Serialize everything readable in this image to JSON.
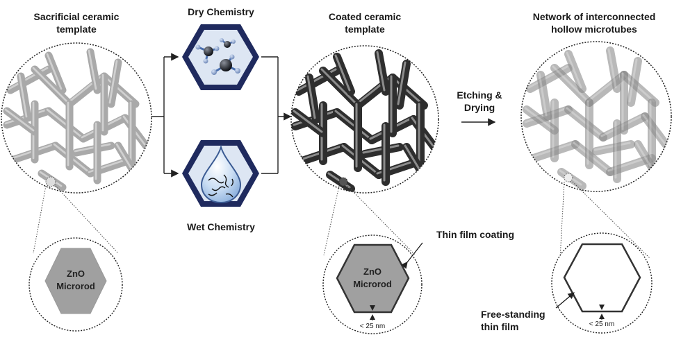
{
  "stages": {
    "sacrificial": {
      "title_line1": "Sacrificial ceramic",
      "title_line2": "template"
    },
    "dry": {
      "title": "Dry Chemistry"
    },
    "wet": {
      "title": "Wet Chemistry"
    },
    "coated": {
      "title_line1": "Coated ceramic",
      "title_line2": "template"
    },
    "network": {
      "title_line1": "Network of interconnected",
      "title_line2": "hollow microtubes"
    }
  },
  "process_arrow": {
    "line1": "Etching &",
    "line2": "Drying"
  },
  "insets": {
    "zno": {
      "line1": "ZnO",
      "line2": "Microrod"
    },
    "coated": {
      "line1": "ZnO",
      "line2": "Microrod",
      "thickness": "< 25 nm",
      "callout": "Thin film coating"
    },
    "hollow": {
      "thickness": "< 25 nm",
      "callout_line1": "Free-standing",
      "callout_line2": "thin film"
    }
  },
  "colors": {
    "raw_rods": "#a9a9a9",
    "coated_rods": "#2e2e2e",
    "hollow_rods": "#8a8a8a",
    "hex_border": "#1f2a5e",
    "hex_fill": "#dde6f3",
    "zno_fill": "#a0a0a0"
  }
}
